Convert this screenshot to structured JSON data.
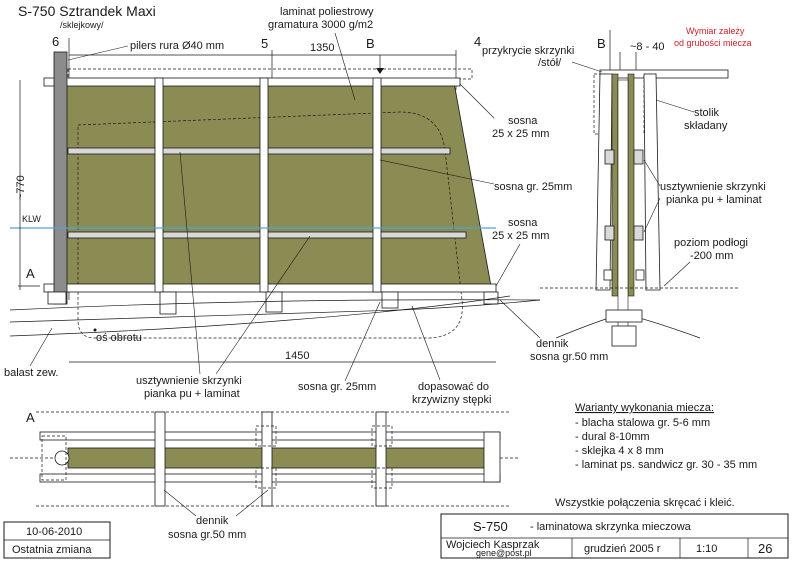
{
  "title_block": {
    "project_title": "S-750 Sztrandek Maxi",
    "project_subtitle": "/sklejkowy/",
    "sheet_title": "S-750",
    "sheet_subtitle": "- laminatowa skrzynka mieczowa",
    "author": "Wojciech Kasprzak",
    "email": "gene@post.pl",
    "date": "grudzień  2005 r",
    "scale": "1:10",
    "sheet_number": "26",
    "revision_date": "10-06-2010",
    "revision_label": "Ostatnia zmiana"
  },
  "side_view": {
    "frame_marks": [
      "6",
      "5",
      "B",
      "4",
      "A"
    ],
    "dim_top": "1350",
    "dim_bottom": "1450",
    "dim_height": "~770",
    "waterline": "KLW",
    "labels": {
      "tube": "pilers rura Ø40 mm",
      "laminate": "laminat poliestrowy",
      "laminate_weight": "gramatura 3000 g/m2",
      "pine_top_1": "sosna",
      "pine_top_2": "25 x 25 mm",
      "pine_mid": "sosna gr. 25mm",
      "pine_low_1": "sosna",
      "pine_low_2": "25 x 25 mm",
      "pivot": "oś obrotu",
      "ballast": "balast zew.",
      "stiffen_1": "usztywnienie skrzynki",
      "stiffen_2": "pianka pu + laminat",
      "pine_bottom": "sosna gr. 25mm",
      "fit_1": "dopasować do",
      "fit_2": "krzywizny stępki",
      "floor_1": "dennik",
      "floor_2": "sosna gr.50 mm"
    }
  },
  "section_view": {
    "mark": "B",
    "gap": "~8 - 40",
    "note_1": "Wymiar zależy",
    "note_2": "od grubości miecza",
    "cover_1": "przykrycie skrzynki",
    "cover_2": "/stół/",
    "table_1": "stolik",
    "table_2": "składany",
    "stiffen_1": "usztywnienie skrzynki",
    "stiffen_2": "pianka pu + laminat",
    "floor_level_1": "poziom podłogi",
    "floor_level_2": "-200 mm"
  },
  "plan_view": {
    "mark": "A",
    "floor_1": "dennik",
    "floor_2": "sosna gr.50 mm"
  },
  "variants": {
    "heading": "Warianty wykonania miecza:",
    "items": [
      "- blacha stalowa gr. 5-6 mm",
      "- dural 8-10mm",
      "- sklejka 4 x 8 mm",
      "- laminat ps. sandwicz gr. 30 - 35 mm"
    ]
  },
  "footer_note": "Wszystkie połączenia skręcać i kleić.",
  "colors": {
    "laminate": "#8b8b54",
    "waterline": "#4aa8d8",
    "tube": "#8c8c8c",
    "note": "#d0202a"
  }
}
